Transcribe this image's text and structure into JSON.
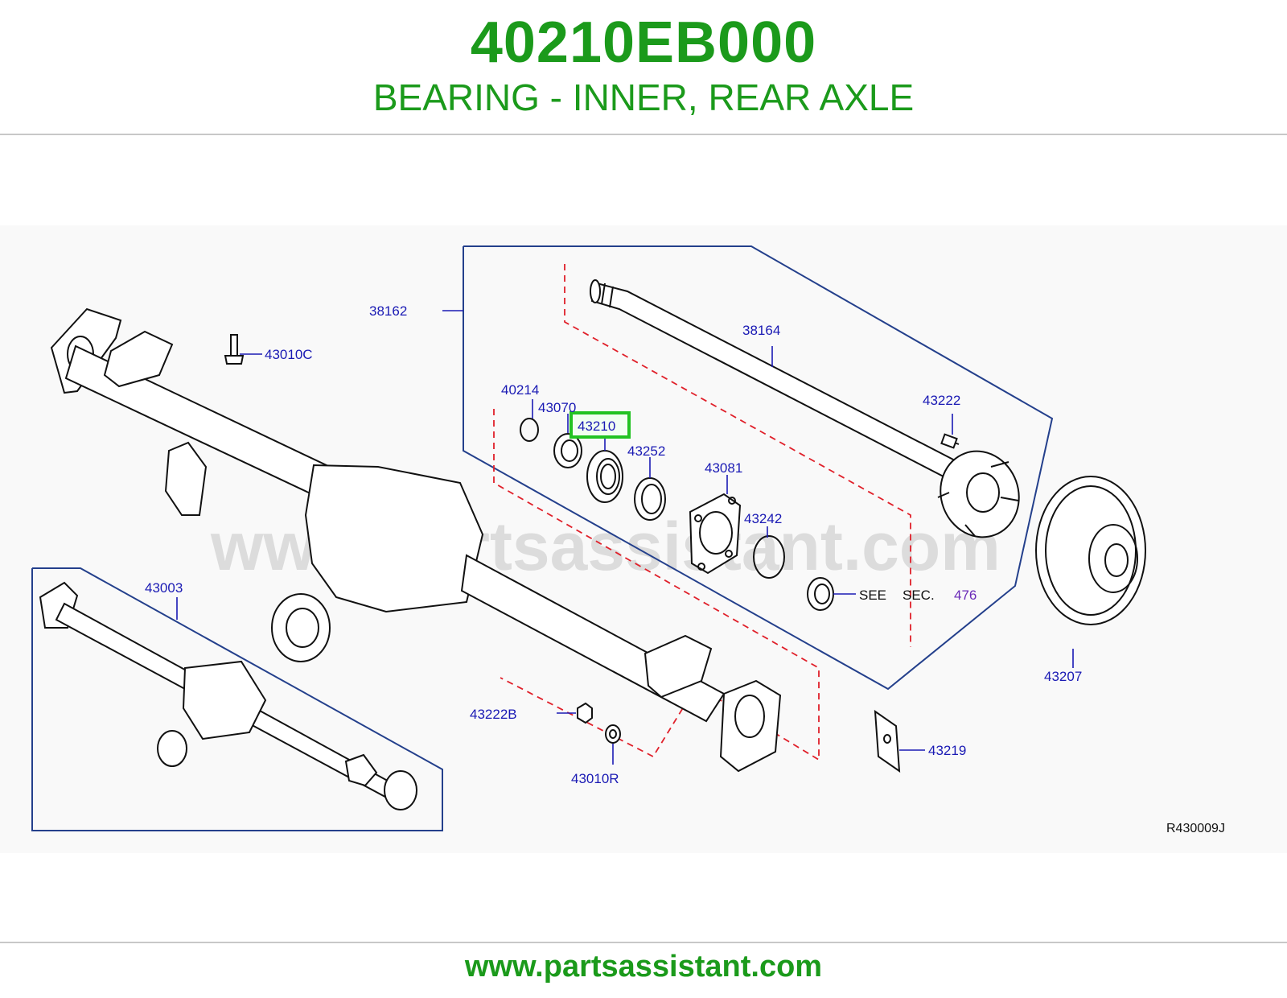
{
  "header": {
    "part_number": "40210EB000",
    "description": "BEARING - INNER, REAR AXLE"
  },
  "diagram": {
    "watermark": "www.partsassistant.com",
    "reference_code": "R430009J",
    "highlighted_part": "43210",
    "callouts": {
      "c38162": "38162",
      "c38164": "38164",
      "c43010C": "43010C",
      "c40214": "40214",
      "c43070": "43070",
      "c43210": "43210",
      "c43252": "43252",
      "c43081": "43081",
      "c43242": "43242",
      "c43222": "43222",
      "c43003": "43003",
      "c43207": "43207",
      "c43222B": "43222B",
      "c43010R": "43010R",
      "c43219": "43219"
    },
    "see_section": {
      "see": "SEE",
      "sec": "SEC.",
      "number": "476"
    },
    "colors": {
      "title_green": "#1b9a1b",
      "callout_blue": "#1a1ab4",
      "highlight_green": "#22c322",
      "dashed_red": "#e0202a",
      "frame_blue": "#24408c"
    }
  },
  "footer": {
    "url": "www.partsassistant.com"
  }
}
